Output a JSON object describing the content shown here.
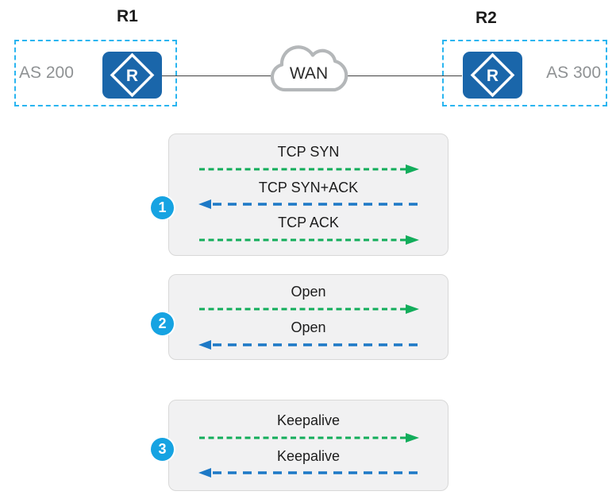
{
  "topology": {
    "left_node": {
      "title": "R1",
      "as_label": "AS 200",
      "icon": "router-icon",
      "icon_letter": "R"
    },
    "right_node": {
      "title": "R2",
      "as_label": "AS 300",
      "icon": "router-icon",
      "icon_letter": "R"
    },
    "wan": {
      "label": "WAN",
      "icon": "cloud-icon"
    }
  },
  "panels": [
    {
      "badge": "1",
      "rows": [
        {
          "label": "TCP SYN",
          "direction": "right",
          "color": "green"
        },
        {
          "label": "TCP SYN+ACK",
          "direction": "left",
          "color": "blue"
        },
        {
          "label": "TCP ACK",
          "direction": "right",
          "color": "green"
        }
      ]
    },
    {
      "badge": "2",
      "rows": [
        {
          "label": "Open",
          "direction": "right",
          "color": "green"
        },
        {
          "label": "Open",
          "direction": "left",
          "color": "blue"
        }
      ]
    },
    {
      "badge": "3",
      "rows": [
        {
          "label": "Keepalive",
          "direction": "right",
          "color": "green"
        },
        {
          "label": "Keepalive",
          "direction": "left",
          "color": "blue"
        }
      ]
    }
  ],
  "colors": {
    "arrow_green": "#12ad5b",
    "arrow_blue": "#1d79c6",
    "badge_blue": "#16a3e2",
    "router_blue": "#1a66aa",
    "dashed_box": "#2ab5f0",
    "as_text": "#8f9294",
    "panel_bg": "#f1f1f2",
    "panel_border": "#d8d8d8",
    "cloud_stroke": "#b4b7b9",
    "link_line": "#414141"
  }
}
